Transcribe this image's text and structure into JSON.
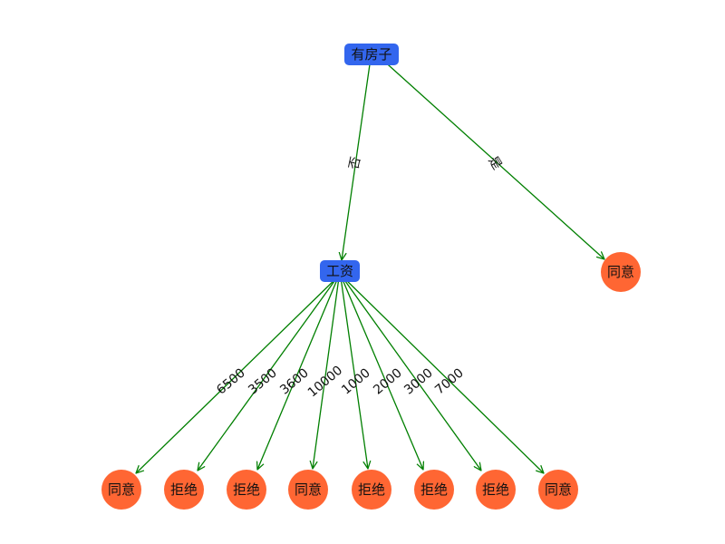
{
  "colors": {
    "decision_node": "#3366ee",
    "leaf_node": "#ff6633",
    "edge": "#007f00",
    "text": "#111111"
  },
  "nodes": {
    "root": {
      "label": "有房子",
      "kind": "decision"
    },
    "salary": {
      "label": "工资",
      "kind": "decision"
    },
    "leaf_yes": {
      "label": "同意",
      "kind": "leaf"
    },
    "leaf_6500": {
      "label": "同意",
      "kind": "leaf"
    },
    "leaf_3500": {
      "label": "拒绝",
      "kind": "leaf"
    },
    "leaf_3600": {
      "label": "拒绝",
      "kind": "leaf"
    },
    "leaf_10000": {
      "label": "同意",
      "kind": "leaf"
    },
    "leaf_1000": {
      "label": "拒绝",
      "kind": "leaf"
    },
    "leaf_2000": {
      "label": "拒绝",
      "kind": "leaf"
    },
    "leaf_3000": {
      "label": "拒绝",
      "kind": "leaf"
    },
    "leaf_7000": {
      "label": "同意",
      "kind": "leaf"
    }
  },
  "edges": [
    {
      "id": "e_no",
      "from": "root",
      "to": "salary",
      "label": "否"
    },
    {
      "id": "e_yes",
      "from": "root",
      "to": "leaf_yes",
      "label": "是"
    },
    {
      "id": "e_6500",
      "from": "salary",
      "to": "leaf_6500",
      "label": "6500"
    },
    {
      "id": "e_3500",
      "from": "salary",
      "to": "leaf_3500",
      "label": "3500"
    },
    {
      "id": "e_3600",
      "from": "salary",
      "to": "leaf_3600",
      "label": "3600"
    },
    {
      "id": "e_10000",
      "from": "salary",
      "to": "leaf_10000",
      "label": "10000"
    },
    {
      "id": "e_1000",
      "from": "salary",
      "to": "leaf_1000",
      "label": "1000"
    },
    {
      "id": "e_2000",
      "from": "salary",
      "to": "leaf_2000",
      "label": "2000"
    },
    {
      "id": "e_3000",
      "from": "salary",
      "to": "leaf_3000",
      "label": "3000"
    },
    {
      "id": "e_7000",
      "from": "salary",
      "to": "leaf_7000",
      "label": "7000"
    }
  ]
}
